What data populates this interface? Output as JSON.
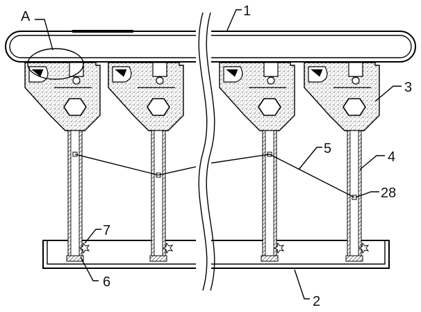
{
  "figure": {
    "labels": {
      "a": "A",
      "one": "1",
      "two": "2",
      "three": "3",
      "four": "4",
      "five": "5",
      "six": "6",
      "seven": "7",
      "twenty_eight": "28"
    },
    "colors": {
      "line": "#000000",
      "background": "#ffffff",
      "speckle": "#000000"
    }
  }
}
